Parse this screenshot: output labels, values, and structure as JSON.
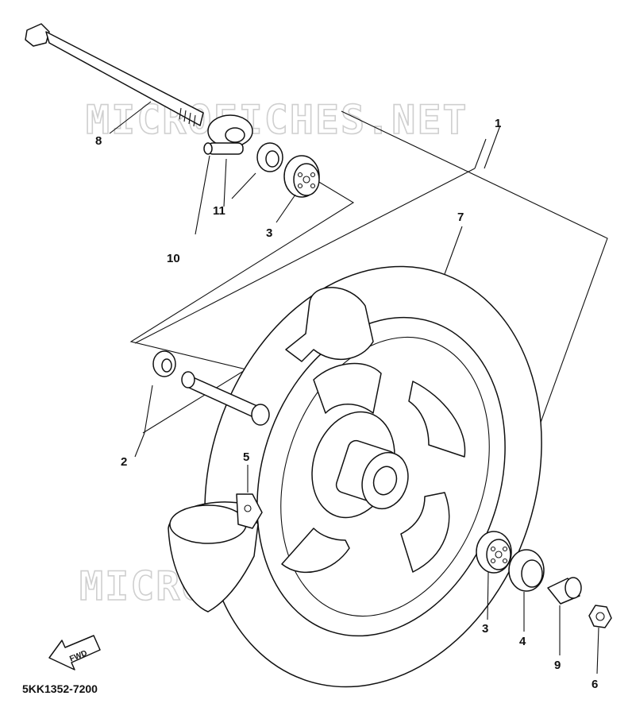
{
  "watermark": "MICROFICHES.NET",
  "part_code": "5KK1352-7200",
  "fwd_label": "FWD",
  "callouts": [
    "1",
    "2",
    "3",
    "3",
    "4",
    "5",
    "6",
    "7",
    "8",
    "9",
    "10",
    "11"
  ]
}
